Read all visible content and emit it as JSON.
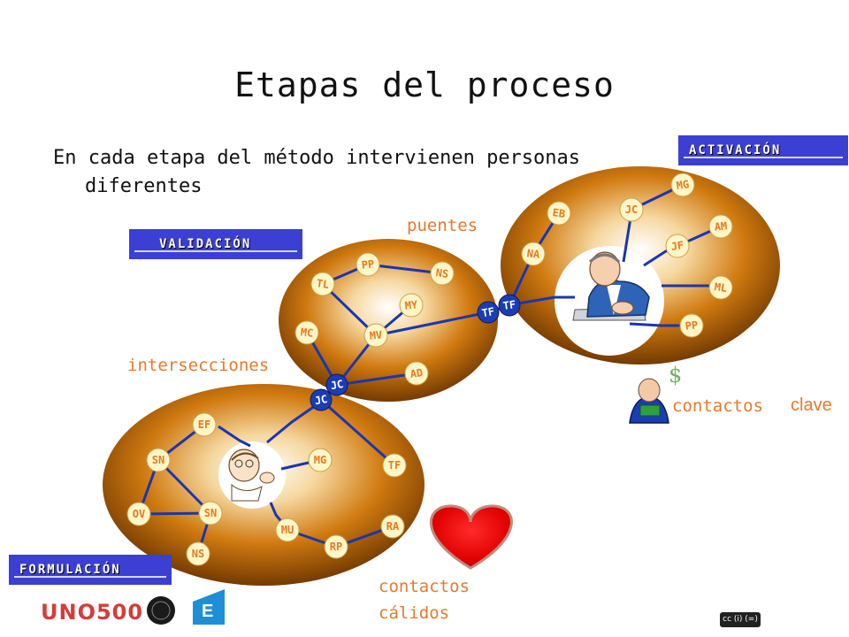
{
  "title": "Etapas del proceso",
  "intro": {
    "line1": "En cada etapa del método intervienen personas",
    "line2": "diferentes"
  },
  "stages": {
    "activacion": "ACTIVACIÓN",
    "validacion": "VALIDACIÓN",
    "formulacion": "FORMULACIÓN"
  },
  "labels": {
    "puentes": "puentes",
    "intersecciones": "intersecciones",
    "contactos": "contactos",
    "clave": "clave",
    "contactos_calidos_1": "contactos",
    "contactos_calidos_2": "cálidos"
  },
  "logo": {
    "uno500": "UNO500",
    "e": "E",
    "cc": "cc (i) (=)"
  },
  "colors": {
    "badge": "#3b3fd4",
    "label": "#e8792a",
    "node": "#fff6c8",
    "node_text": "#e87a1e",
    "hub": "#1b3db4",
    "edge": "#1b35b0"
  },
  "networks": {
    "activacion": {
      "nodes": [
        {
          "id": "a_mg",
          "label": "MG"
        },
        {
          "id": "a_jc",
          "label": "JC"
        },
        {
          "id": "a_eb",
          "label": "EB"
        },
        {
          "id": "a_am",
          "label": "AM"
        },
        {
          "id": "a_jf",
          "label": "JF"
        },
        {
          "id": "a_na",
          "label": "NA"
        },
        {
          "id": "a_ml",
          "label": "ML"
        },
        {
          "id": "a_pp",
          "label": "PP"
        },
        {
          "id": "a_tf",
          "label": "TF",
          "hub": true
        }
      ]
    },
    "validacion": {
      "nodes": [
        {
          "id": "v_pp",
          "label": "PP"
        },
        {
          "id": "v_ns",
          "label": "NS"
        },
        {
          "id": "v_tl",
          "label": "TL"
        },
        {
          "id": "v_my",
          "label": "MY"
        },
        {
          "id": "v_mc",
          "label": "MC"
        },
        {
          "id": "v_mv",
          "label": "MV"
        },
        {
          "id": "v_ad",
          "label": "AD"
        },
        {
          "id": "v_tf",
          "label": "TF",
          "hub": true
        },
        {
          "id": "v_jc",
          "label": "JC",
          "hub": true
        }
      ]
    },
    "formulacion": {
      "nodes": [
        {
          "id": "f_ef",
          "label": "EF"
        },
        {
          "id": "f_sn1",
          "label": "SN"
        },
        {
          "id": "f_mg",
          "label": "MG"
        },
        {
          "id": "f_tf",
          "label": "TF"
        },
        {
          "id": "f_ov",
          "label": "OV"
        },
        {
          "id": "f_sn2",
          "label": "SN"
        },
        {
          "id": "f_ns",
          "label": "NS"
        },
        {
          "id": "f_mu",
          "label": "MU"
        },
        {
          "id": "f_rp",
          "label": "RP"
        },
        {
          "id": "f_ra",
          "label": "RA"
        },
        {
          "id": "f_jc",
          "label": "JC",
          "hub": true
        }
      ]
    },
    "edges": [
      [
        "a_tf",
        "a_na"
      ],
      [
        "a_na",
        "a_eb"
      ],
      [
        "a_jc",
        "a_mg"
      ],
      [
        "a_jf",
        "a_am"
      ],
      [
        "a_tf",
        "v_tf"
      ],
      [
        "v_tf",
        "v_mv"
      ],
      [
        "v_mv",
        "v_tl"
      ],
      [
        "v_tl",
        "v_pp"
      ],
      [
        "v_pp",
        "v_ns"
      ],
      [
        "v_mv",
        "v_my"
      ],
      [
        "v_mv",
        "v_jc"
      ],
      [
        "v_mc",
        "v_jc"
      ],
      [
        "v_jc",
        "v_ad"
      ],
      [
        "v_jc",
        "f_jc"
      ],
      [
        "f_jc",
        "f_tf"
      ],
      [
        "f_ef",
        "f_sn1"
      ],
      [
        "f_sn1",
        "f_ov"
      ],
      [
        "f_sn1",
        "f_sn2"
      ],
      [
        "f_ov",
        "f_sn2"
      ],
      [
        "f_sn2",
        "f_ns"
      ],
      [
        "f_mu",
        "f_rp"
      ],
      [
        "f_rp",
        "f_ra"
      ]
    ]
  }
}
